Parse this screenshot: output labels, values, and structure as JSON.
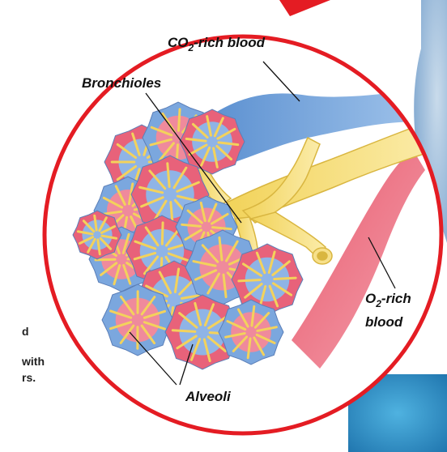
{
  "labels": {
    "co2": {
      "prefix": "CO",
      "sub": "2",
      "suffix": "-rich blood"
    },
    "bronchioles": "Bronchioles",
    "o2": {
      "prefix": "O",
      "sub": "2",
      "suffix": "-rich",
      "line2": "blood"
    },
    "alveoli": "Alveoli"
  },
  "edge_fragments": {
    "line1": "d",
    "line2": "with",
    "line3": "rs."
  },
  "colors": {
    "ring": "#e41c23",
    "deoxygenated": "#6f9fd8",
    "oxygenated": "#e8546a",
    "bronchiole": "#f5dc6a",
    "background_panel": "#a9c4de",
    "water_panel": "#2a8fc4"
  }
}
